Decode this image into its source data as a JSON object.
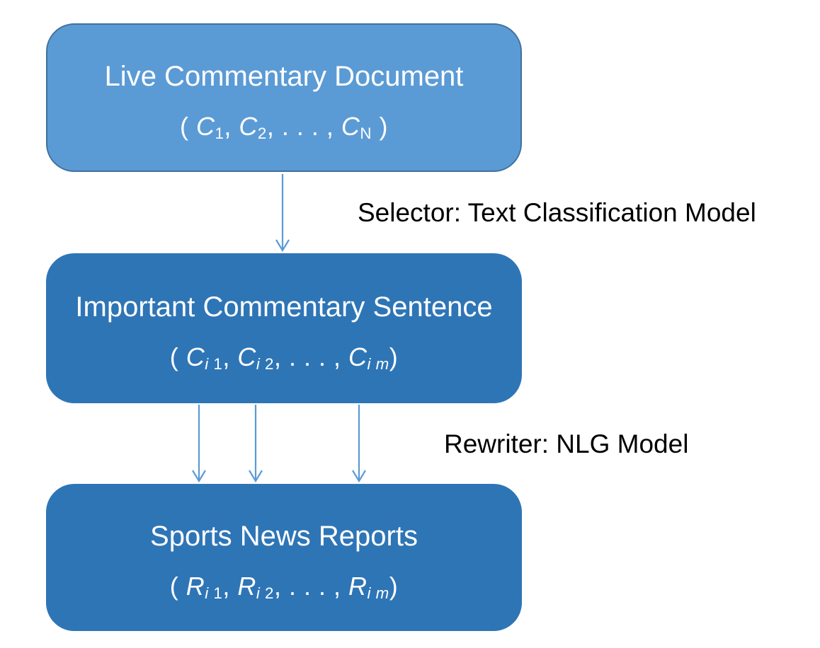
{
  "colors": {
    "background": "#ffffff",
    "top_box_fill": "#5b9bd5",
    "top_box_border": "#41719c",
    "dark_box_fill": "#2e75b6",
    "box_text": "#ffffff",
    "arrow": "#5b9bd5",
    "label_text": "#000000"
  },
  "boxes": [
    {
      "id": "live-commentary-document",
      "title": "Live Commentary Document",
      "formula": {
        "open": "( ",
        "terms": [
          {
            "base": "C",
            "subi": "",
            "subn": "1"
          },
          {
            "base": "C",
            "subi": "",
            "subn": "2"
          },
          {
            "base": "C",
            "subi": "",
            "subn": "N"
          }
        ],
        "sep1": ", ",
        "sep2": ", . . . , ",
        "close": " )"
      }
    },
    {
      "id": "important-commentary-sentence",
      "title": "Important Commentary Sentence",
      "formula": {
        "open": "( ",
        "terms": [
          {
            "base": "C",
            "subi": "i",
            "subn": " 1"
          },
          {
            "base": "C",
            "subi": "i",
            "subn": " 2"
          },
          {
            "base": "C",
            "subi": "i m",
            "subn": ""
          }
        ],
        "sep1": ", ",
        "sep2": ", . . . , ",
        "close": ")"
      }
    },
    {
      "id": "sports-news-reports",
      "title": "Sports News Reports",
      "formula": {
        "open": "( ",
        "terms": [
          {
            "base": "R",
            "subi": "i",
            "subn": " 1"
          },
          {
            "base": "R",
            "subi": "i",
            "subn": " 2"
          },
          {
            "base": "R",
            "subi": "i m",
            "subn": ""
          }
        ],
        "sep1": ", ",
        "sep2": ", . . . , ",
        "close": ")"
      }
    }
  ],
  "arrows": {
    "selector": {
      "label": "Selector: Text Classification Model"
    },
    "rewriter": {
      "label": "Rewriter: NLG Model"
    }
  }
}
